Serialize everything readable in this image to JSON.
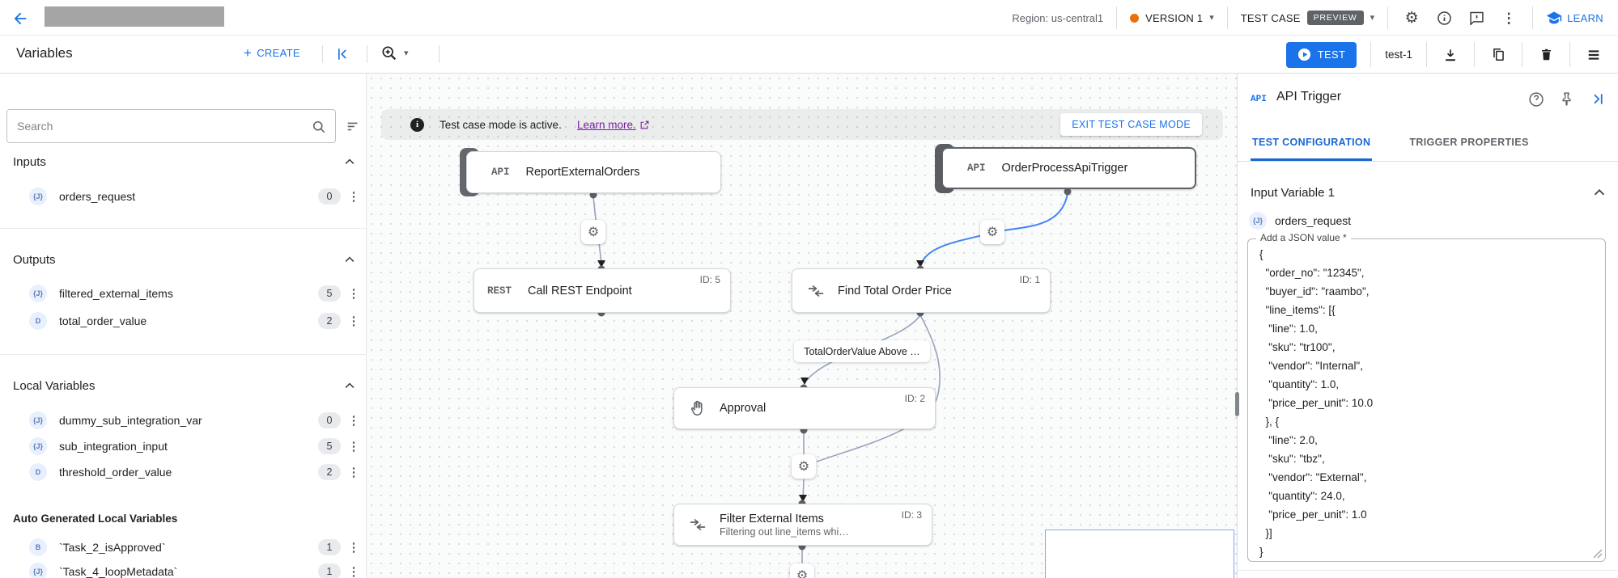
{
  "icons": {
    "gear": "⚙",
    "more_vert": "⋮",
    "caret": "▾",
    "plus": "+"
  },
  "header": {
    "region": "Region: us-central1",
    "version_label": "VERSION 1",
    "test_case_label": "TEST CASE",
    "preview_badge": "PREVIEW",
    "learn_label": "LEARN"
  },
  "toolbar": {
    "title": "Variables",
    "create_label": "CREATE",
    "test_label": "TEST",
    "test_case_name": "test-1"
  },
  "sidebar": {
    "search_placeholder": "Search",
    "sections": [
      {
        "title": "Inputs",
        "items": [
          {
            "chip": "{J}",
            "name": "orders_request",
            "count": "0"
          }
        ]
      },
      {
        "title": "Outputs",
        "items": [
          {
            "chip": "{J}",
            "name": "filtered_external_items",
            "count": "5"
          },
          {
            "chip": "D",
            "name": "total_order_value",
            "count": "2"
          }
        ]
      },
      {
        "title": "Local Variables",
        "items": [
          {
            "chip": "{J}",
            "name": "dummy_sub_integration_var",
            "count": "0"
          },
          {
            "chip": "{J}",
            "name": "sub_integration_input",
            "count": "5"
          },
          {
            "chip": "D",
            "name": "threshold_order_value",
            "count": "2"
          }
        ]
      },
      {
        "title": "Auto Generated Local Variables",
        "items": [
          {
            "chip": "B",
            "name": "`Task_2_isApproved`",
            "count": "1"
          },
          {
            "chip": "{J}",
            "name": "`Task_4_loopMetadata`",
            "count": "1"
          }
        ]
      }
    ]
  },
  "canvas": {
    "banner": {
      "text": "Test case mode is active.",
      "link": "Learn more.",
      "exit_button": "EXIT TEST CASE MODE",
      "info_glyph": "i"
    },
    "nodes": [
      {
        "kind": "API",
        "title": "ReportExternalOrders"
      },
      {
        "kind": "API",
        "title": "OrderProcessApiTrigger"
      },
      {
        "kind": "REST",
        "title": "Call REST Endpoint",
        "id_label": "ID: 5"
      },
      {
        "title": "Find Total Order Price",
        "id_label": "ID: 1"
      },
      {
        "title": "Approval",
        "id_label": "ID: 2"
      },
      {
        "title": "Filter External Items",
        "subtitle": "Filtering out line_items whi…",
        "id_label": "ID: 3"
      }
    ],
    "edge_label": "TotalOrderValue Above …"
  },
  "panel": {
    "kind_chip": "API",
    "title": "API Trigger",
    "tabs": [
      {
        "label": "TEST CONFIGURATION"
      },
      {
        "label": "TRIGGER PROPERTIES"
      }
    ],
    "section_title": "Input Variable 1",
    "variable": {
      "chip": "{J}",
      "name": "orders_request"
    },
    "field_label": "Add a JSON value *",
    "json_value": "{\n  \"order_no\": \"12345\",\n  \"buyer_id\": \"raambo\",\n  \"line_items\": [{\n   \"line\": 1.0,\n   \"sku\": \"tr100\",\n   \"vendor\": \"Internal\",\n   \"quantity\": 1.0,\n   \"price_per_unit\": 10.0\n  }, {\n   \"line\": 2.0,\n   \"sku\": \"tbz\",\n   \"vendor\": \"External\",\n   \"quantity\": 24.0,\n   \"price_per_unit\": 1.0\n  }]\n}"
  },
  "colors": {
    "accent": "#1a73e8",
    "active_tab": "#1967d2",
    "version_dot": "#e8710a",
    "badge_bg": "#5f6368",
    "link_purple": "#7b1fa2",
    "edge_blue": "#4285f4",
    "edge_gray": "#97a3bd"
  }
}
